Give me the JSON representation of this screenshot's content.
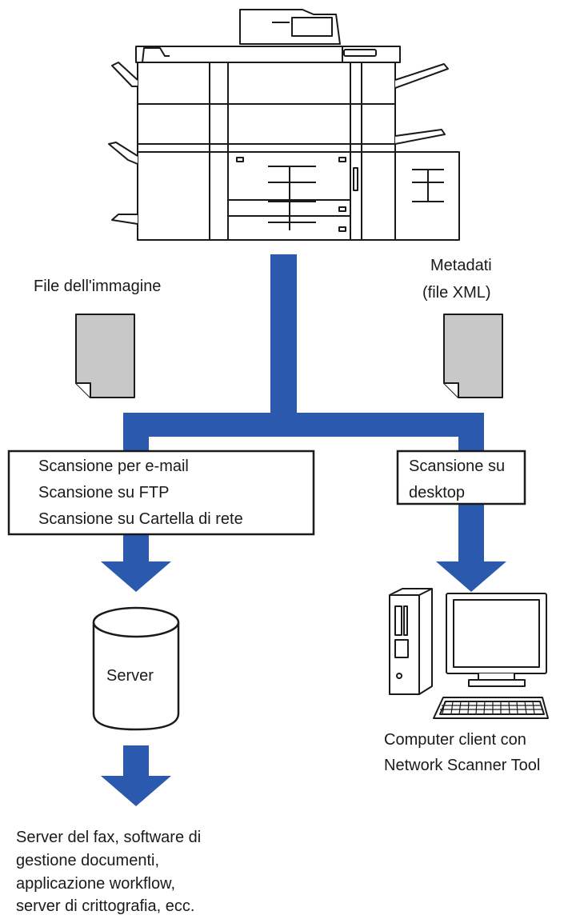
{
  "labels": {
    "image_file": "File dell'immagine",
    "metadata_line1": "Metadati",
    "metadata_line2": "(file XML)",
    "server": "Server",
    "client_line1": "Computer client con",
    "client_line2": "Network Scanner Tool",
    "dest_line1": "Server del fax, software di",
    "dest_line2": "gestione documenti,",
    "dest_line3": "applicazione workflow,",
    "dest_line4": "server di crittografia, ecc."
  },
  "left_box": {
    "items": [
      "Scansione per e-mail",
      "Scansione su FTP",
      "Scansione su Cartella di rete"
    ]
  },
  "right_box": {
    "line1": "Scansione su",
    "line2": "desktop"
  },
  "colors": {
    "flow": "#2b59ad",
    "document_fill": "#c8c8c8",
    "outline": "#1a1a1a"
  },
  "icons": [
    "printer-icon",
    "document-icon",
    "database-icon",
    "desktop-computer-icon"
  ]
}
